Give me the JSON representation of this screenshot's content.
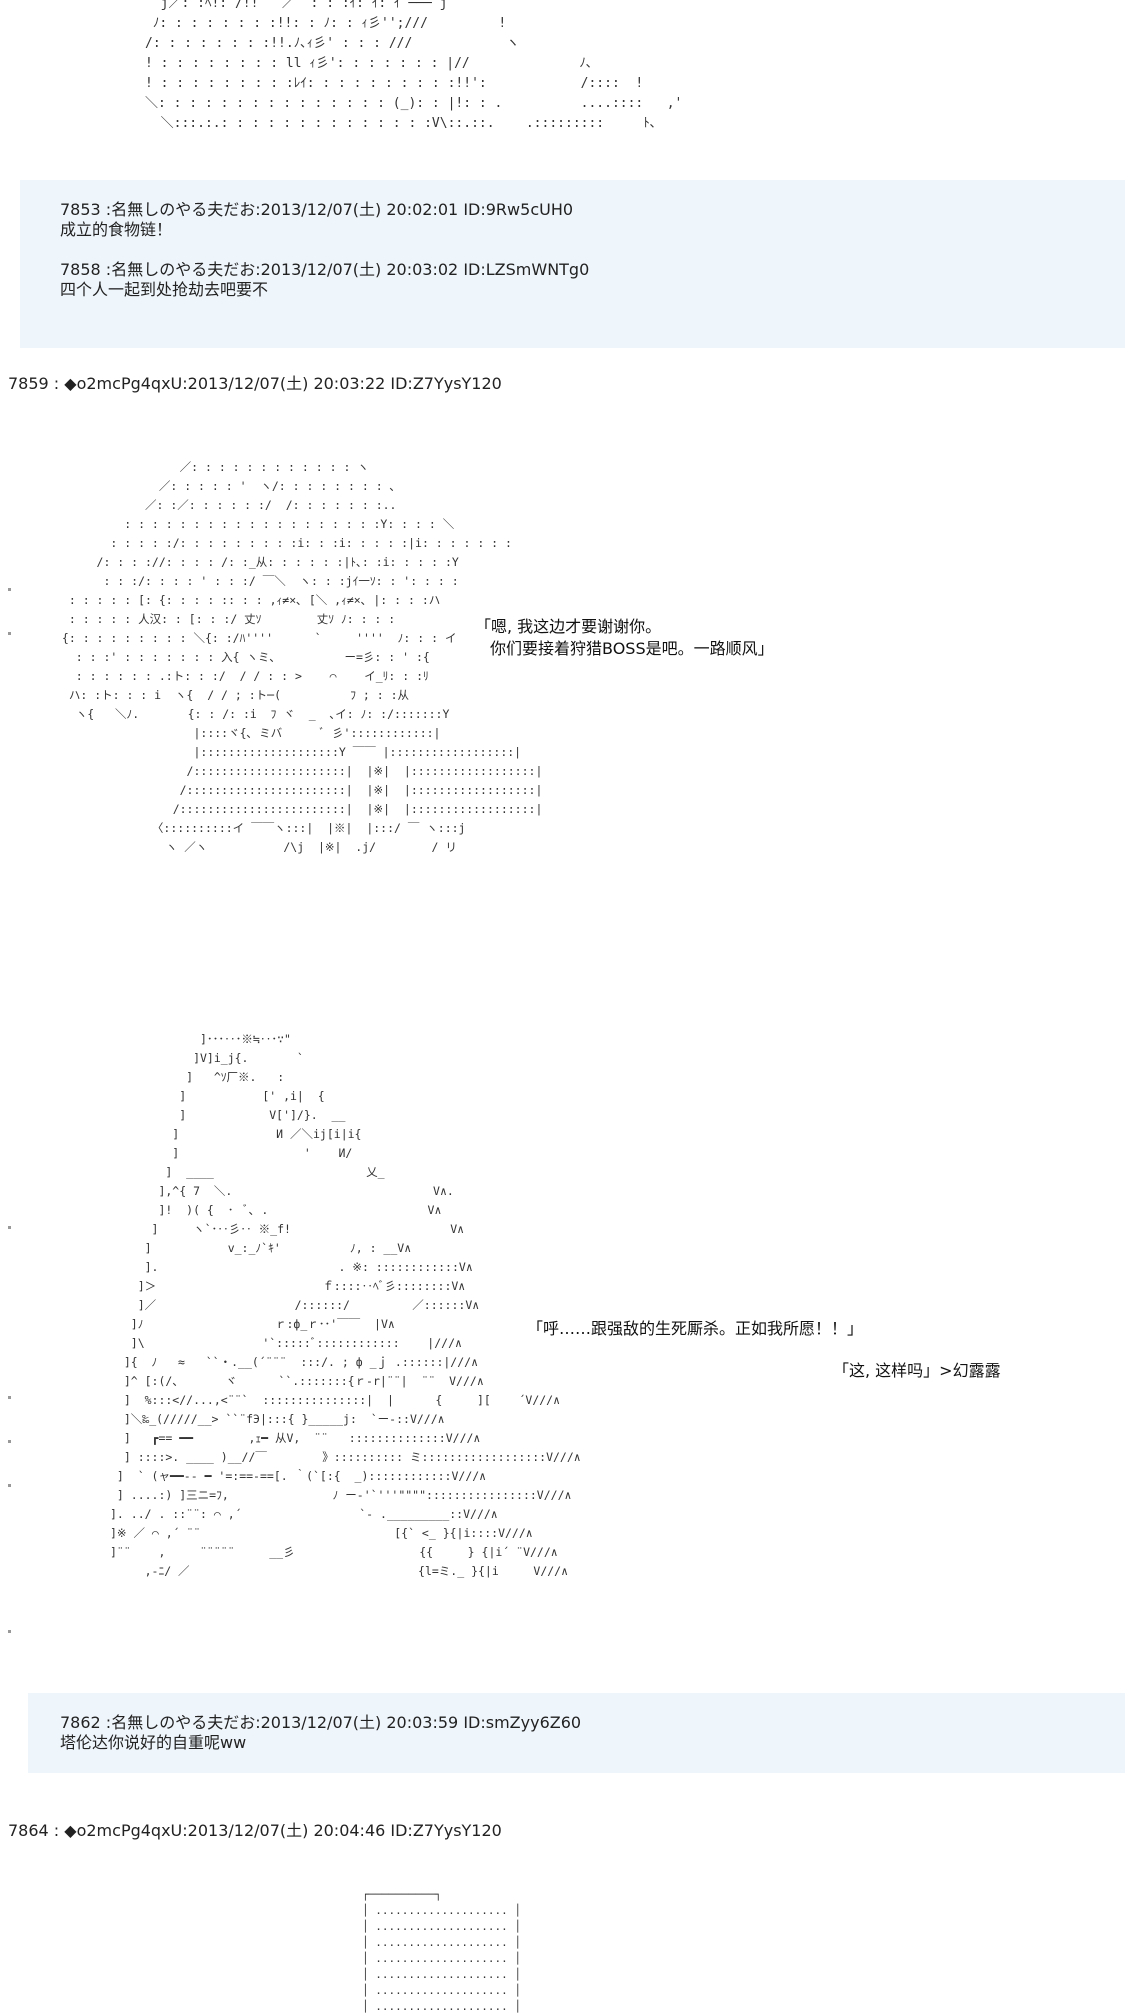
{
  "replies": [
    {
      "header": "7853 :名無しのやる夫だお:2013/12/07(土) 20:02:01 ID:9Rw5cUH0",
      "message": "成立的食物链！"
    },
    {
      "header": "7858 :名無しのやる夫だお:2013/12/07(土) 20:03:02 ID:LZSmWNTg0",
      "message": "四个人一起到处抢劫去吧要不"
    },
    {
      "header": "7862 :名無しのやる夫だお:2013/12/07(土) 20:03:59 ID:smZyy6Z60",
      "message": "塔伦达你说好的自重呢ww"
    }
  ],
  "posts": [
    {
      "header": "7859 : ◆o2mcPg4qxU:2013/12/07(土) 20:03:22 ID:Z7YysY120"
    },
    {
      "header": "7864 : ◆o2mcPg4qxU:2013/12/07(土) 20:04:46 ID:Z7YysY120"
    }
  ],
  "dialogue": {
    "line1": "「嗯, 我这边才要谢谢你。",
    "line2": "你们要接着狩猎BOSS是吧。一路顺风」",
    "line3": "「呼……跟强敌的生死厮杀。正如我所愿！！」",
    "line4": "「这, 这样吗」>幻露露"
  },
  "ascii_art": {
    "top": "  j／: :ﾍ!: /!!   ／  : : :ｲ: ｲ: ｲ ─── j\n ﾉ: : : : : : : :!!: : ﾉ: : ｨ彡'';///         !\n/: : : : : : : :!!.ﾉ､ｨ彡' : : : ///            ヽ\n! : : : : : : : : ll ｨ彡': : : : : : : |//              ﾉ､\n! : : : : : : : : :ﾚｲ: : : : : : : : : :!!':            /::::  !\n＼: : : : : : : : : : : : : : : (_): : |!: : .          ....::::   ,'\n  ＼:::.:.: : : : : : : : : : : : : :V\\::.::.    .:::::::::     ﾄ､",
    "mid": "                  ／: : : : : : : : : : : : ヽ\n               ／: : : : : '  ヽ/: : : : : : : : ､\n             ／: :／: : : : : :/  /: : : : : : :..\n          : : : : : : : : : : : : : : : : : : :Y: : : : ＼\n        : : : : :/: : : : : : : : :i: : :i: : : : :|i: : : : : : :\n      /: : : ://: : : : /: :_从: : : : : :|ﾄ､: :i: : : : :Y\n       : : :/: : : : ' : : :/ ￣＼  ヽ: : :jｲ一ｿ: : ': : : :\n  : : : : : [: {: : : : :: : : ,ｨ≠×､ [＼ ,ｨ≠×､ |: : : :ハ\n  : : : : : 人汉: : [: : :/ 丈ｿ        丈ｿ ﾉ: : : :\n {: : : : : : : : : ＼{: :/ﾊ''''      `     ''''  ﾉ: : : イ\n   : : :' : : : : : : : 入{ ヽミ､          ー=彡: : ' :{\n   : : : : : : .:ト: : :/  / / : : >    ⌒    イ_ﾘ: : :ﾘ\n  ハ: :ト: : : i  ヽ{  / / ; :ト─(          ﾌ ; : :从\n   ヽ{   ＼ﾉ.       {: : /: :i  ﾌ ヾ  _  ､イ: ﾉ: :/:::::::Y\n                    |::::ヾ{､ ミバ      ﾞ 彡'::::::::::::|\n                    |::::::::::::::::::::Y ￣￣ |::::::::::::::::::|\n                   /::::::::::::::::::::::|  |※|  |::::::::::::::::::|\n                  /:::::::::::::::::::::::|  |※|  |::::::::::::::::::|\n                 /::::::::::::::::::::::::|  |※|  |::::::::::::::::::|\n              〈::::::::::イ ￣￣ヽ:::|  |※|  |:::/ ￣ ヽ:::j\n                ヽ ／ヽ           /\\j  |※|  .j/        / リ",
    "low": "             ]･･･‥･※≒‥･∵\"\n            ]V]i_j{.       `\n           ]   ^ｿ厂※.   :\n          ]           [' ,i|  {\n          ]            V[']/}.  __\n         ]              И ／＼ij[i|i{\n         ]                  '    И/\n        ]  ____                      乂_\n       ],^{ 7  ＼.                             V∧.\n       ]!  )( {  ･  ﾞ､ .                       V∧\n      ]     ヽ`･‥彡‥ ※_f!                       V∧\n     ]           v_:_ﾉ`ｷ'          ﾉ, : __V∧\n     ].                          . ※: ::::::::::::V∧\n    ]＞                        ｆ::::‥ﾍﾞ彡::::::::V∧\n    ]／                    /::::::/         ／::::::V∧\n   ]ﾉ                   ｒ:ф_ｒ･･'￣￣  |V∧\n   ]\\                 '`:::::ﾞ::::::::::::    |///∧\n  ]{  ﾉ   ≈   ``・.__(´¨¨¨  :::/. ; ф _ｊ .::::::|///∧\n  ]^ [:(/、      ヾ      ``.:::::::{ｒ-r|¨¨|  ¨¨  V///∧\n  ]  %:::<//...,<¨¨`  :::::::::::::::|  |      {     ][    ´V///∧\n  ]＼‰_(/////__> ``¨fЭ|:::{ }_____j:  `ー-::V///∧\n  ]   ┏== ━━        ,ｪ━ 从V,  ¨¨   ::::::::::::::V///∧\n  ] ::::>. ____ )__//￣        》:::::::::: ミ::::::::::::::::::V///∧\n ]  ` (ャ━━-- ━ '=:==-==[. ｀(`[:{  _)::::::::::::V///∧\n ] ....:) ]三ニ=ﾌ,               ﾉ ー-'`'''\"\"\"\"::::::::::::::::V///∧\n]. ../ . ::¨¨: ⌒ ,´                 `- ._________::V///∧\n]※ ／ ⌒ ,´ ¨¨                            [{` <_ }{|i::::V///∧\n]¨¨    ,     ¨¨¨¨¨     __彡                  {{     } {|i´ ¨V///∧\n     ,-ﾆ/ ／                                 {l=ミ._ }{|i     V///∧",
    "box": "┌──────────┐\n│ .................... │\n│ .................... │\n│ .................... │\n│ .................... │\n│ .................... │\n│ .................... │\n│ .................... │"
  }
}
